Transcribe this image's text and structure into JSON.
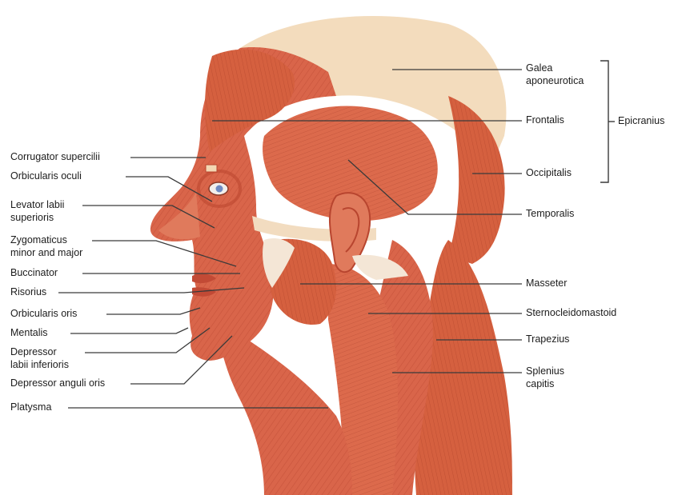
{
  "labels_left": {
    "corrugator_supercilii": "Corrugator supercilii",
    "orbicularis_oculi": "Orbicularis oculi",
    "levator_labii_superioris": [
      "Levator labii",
      "superioris"
    ],
    "zygomaticus": [
      "Zygomaticus",
      "minor and major"
    ],
    "buccinator": "Buccinator",
    "risorius": "Risorius",
    "orbicularis_oris": "Orbicularis oris",
    "mentalis": "Mentalis",
    "depressor_labii_inferioris": [
      "Depressor",
      "labii inferioris"
    ],
    "depressor_anguli_oris": "Depressor anguli oris",
    "platysma": "Platysma"
  },
  "labels_right": {
    "galea_aponeurotica": [
      "Galea",
      "aponeurotica"
    ],
    "frontalis": "Frontalis",
    "occipitalis": "Occipitalis",
    "temporalis": "Temporalis",
    "masseter": "Masseter",
    "sternocleidomastoid": "Sternocleidomastoid",
    "trapezius": "Trapezius",
    "splenius_capitis": [
      "Splenius",
      "capitis"
    ]
  },
  "group": {
    "epicranius": "Epicranius"
  },
  "colors": {
    "muscle": "#d9654a",
    "muscle_dark": "#b8452f",
    "muscle_light": "#e88a6c",
    "tendon": "#f3d7b3",
    "bone": "#f5ede3",
    "leader": "#3a3a3a"
  }
}
